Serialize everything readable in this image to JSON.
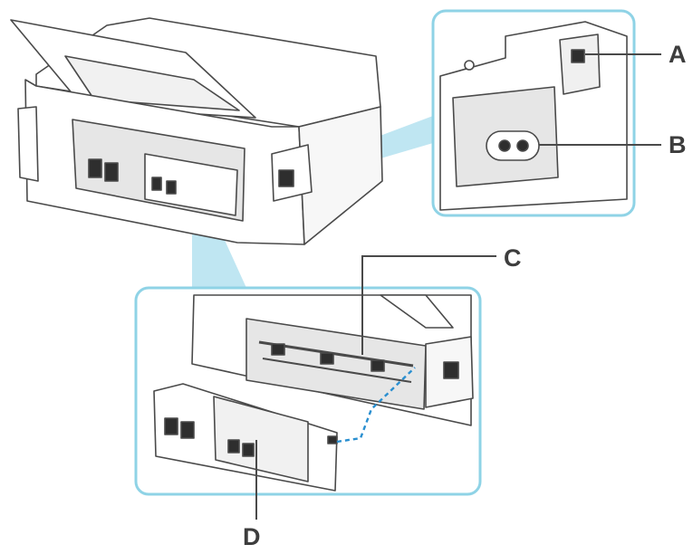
{
  "callouts": {
    "a": {
      "letter": "A"
    },
    "b": {
      "letter": "B"
    },
    "c": {
      "letter": "C"
    },
    "d": {
      "letter": "D"
    }
  },
  "colors": {
    "frame_border": "#8fd3e6",
    "zoom_beam": "#bfe6f2",
    "outline": "#4a4a4a",
    "printer_body": "#ffffff",
    "recess": "#e6e6e6",
    "dark_parts": "#2e2e2e",
    "dashed_link": "#2a8fd0",
    "label_text": "#3d3d3d"
  },
  "icons": {
    "power_connector": "figure-eight-ac-socket-icon",
    "usb_port": "usb-port-icon"
  }
}
